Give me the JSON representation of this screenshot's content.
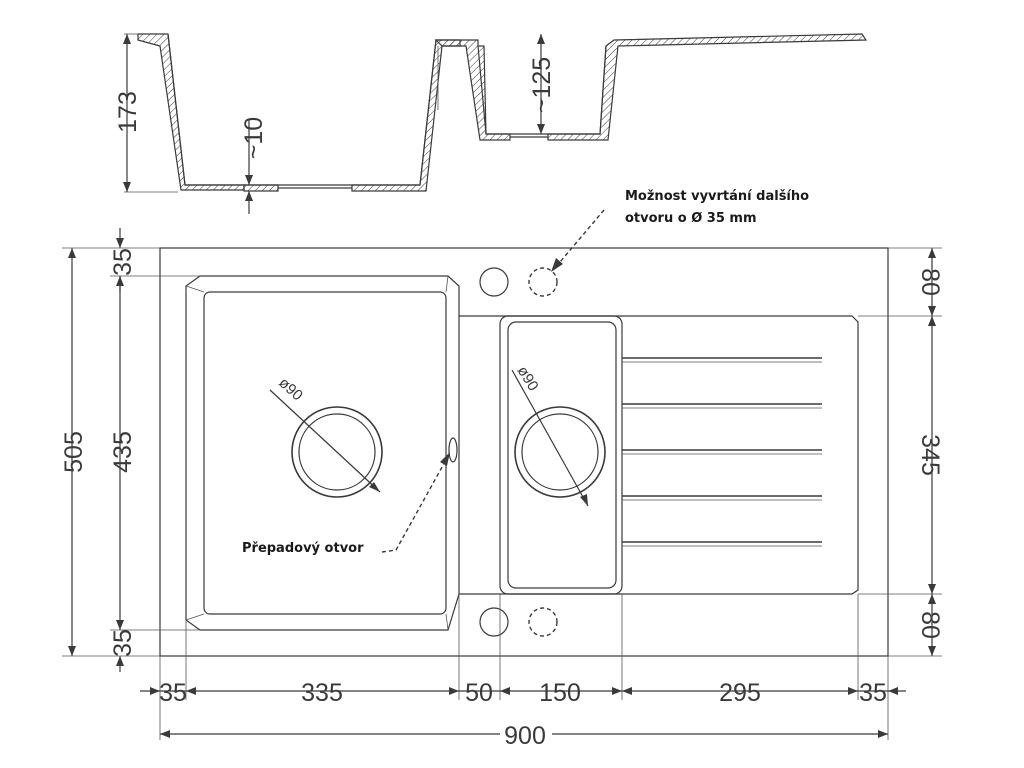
{
  "dimensions": {
    "depth_main": "173",
    "thickness": "~10",
    "depth_small": "~125",
    "top_35": "35",
    "inner_435": "435",
    "bottom_35": "35",
    "total_505": "505",
    "right_80_top": "80",
    "right_345": "345",
    "right_80_bottom": "80",
    "w_35_left": "35",
    "w_335": "335",
    "w_50": "50",
    "w_150": "150",
    "w_295": "295",
    "w_35_right": "35",
    "w_900": "900",
    "drain_main": "ø90",
    "drain_small": "ø90"
  },
  "notes": {
    "extra_hole_line1": "Možnost vyvrtání dalšího",
    "extra_hole_line2": "otvoru o Ø 35 mm",
    "overflow": "Přepadový otvor"
  },
  "colors": {
    "line": "#3a3a3a",
    "background": "#ffffff"
  }
}
